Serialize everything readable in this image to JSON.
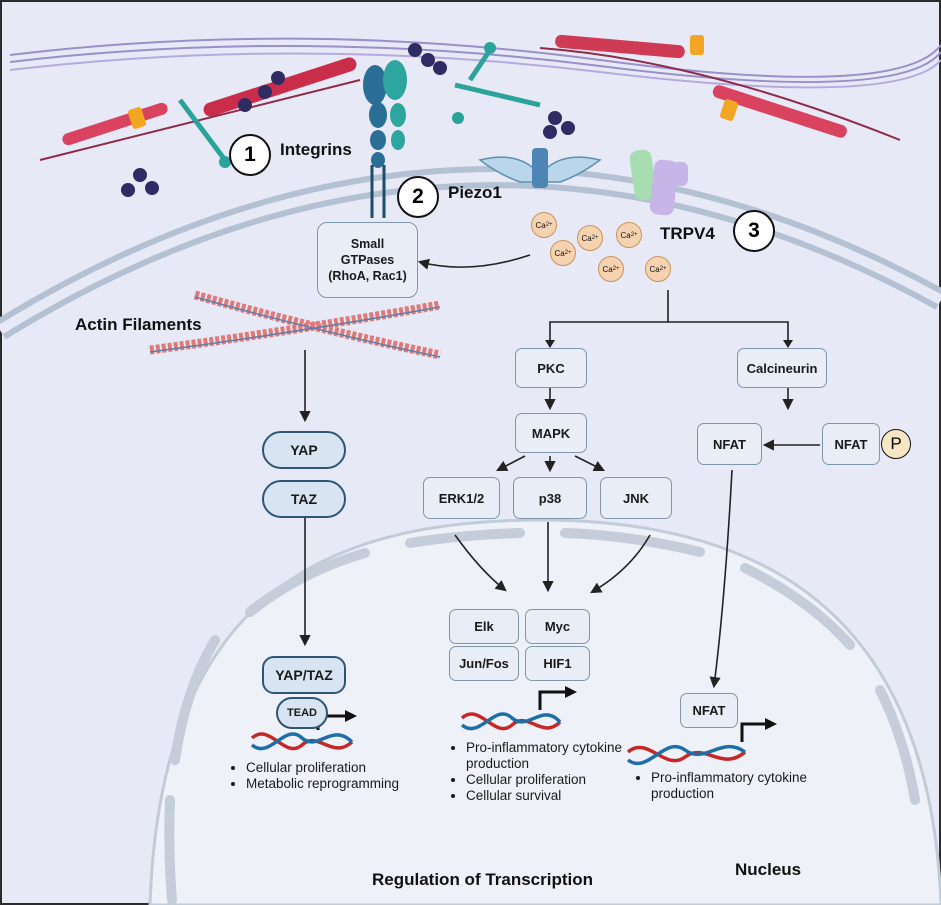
{
  "receptors": {
    "integrins": {
      "number": "1",
      "label": "Integrins"
    },
    "piezo1": {
      "number": "2",
      "label": "Piezo1"
    },
    "trpv4": {
      "number": "3",
      "label": "TRPV4"
    }
  },
  "calcium_ion": "Ca2+",
  "small_gtpases": {
    "line1": "Small",
    "line2": "GTPases",
    "line3": "(RhoA, Rac1)"
  },
  "actin_filaments": "Actin Filaments",
  "yap_taz_pathway": {
    "yap": "YAP",
    "taz": "TAZ",
    "complex": "YAP/TAZ",
    "tead": "TEAD",
    "outcomes": [
      "Cellular proliferation",
      "Metabolic reprogramming"
    ]
  },
  "pkc_pathway": {
    "pkc": "PKC",
    "mapk": "MAPK",
    "kinases": [
      "ERK1/2",
      "p38",
      "JNK"
    ],
    "transcription_factors": [
      "Elk",
      "Myc",
      "Jun/Fos",
      "HIF1"
    ],
    "outcomes": [
      "Pro-inflammatory cytokine production",
      "Cellular proliferation",
      "Cellular survival"
    ]
  },
  "calcineurin_pathway": {
    "calcineurin": "Calcineurin",
    "nfat": "NFAT",
    "nfat_p": "NFAT",
    "phosphate": "P",
    "nfat_nuclear": "NFAT",
    "outcomes": [
      "Pro-inflammatory cytokine production"
    ]
  },
  "nucleus_label": "Nucleus",
  "regulation_label": "Regulation of Transcription",
  "colors": {
    "cytoplasm": "#e8e9f7",
    "membrane": "#b3c1d3",
    "nucleus": "#eef1f8",
    "box_fill": "#e9edf6",
    "box_border": "#7f96ad",
    "yap_fill": "#d8e4f1",
    "yap_border": "#2e5673",
    "calcium": "#f6d3b0"
  }
}
